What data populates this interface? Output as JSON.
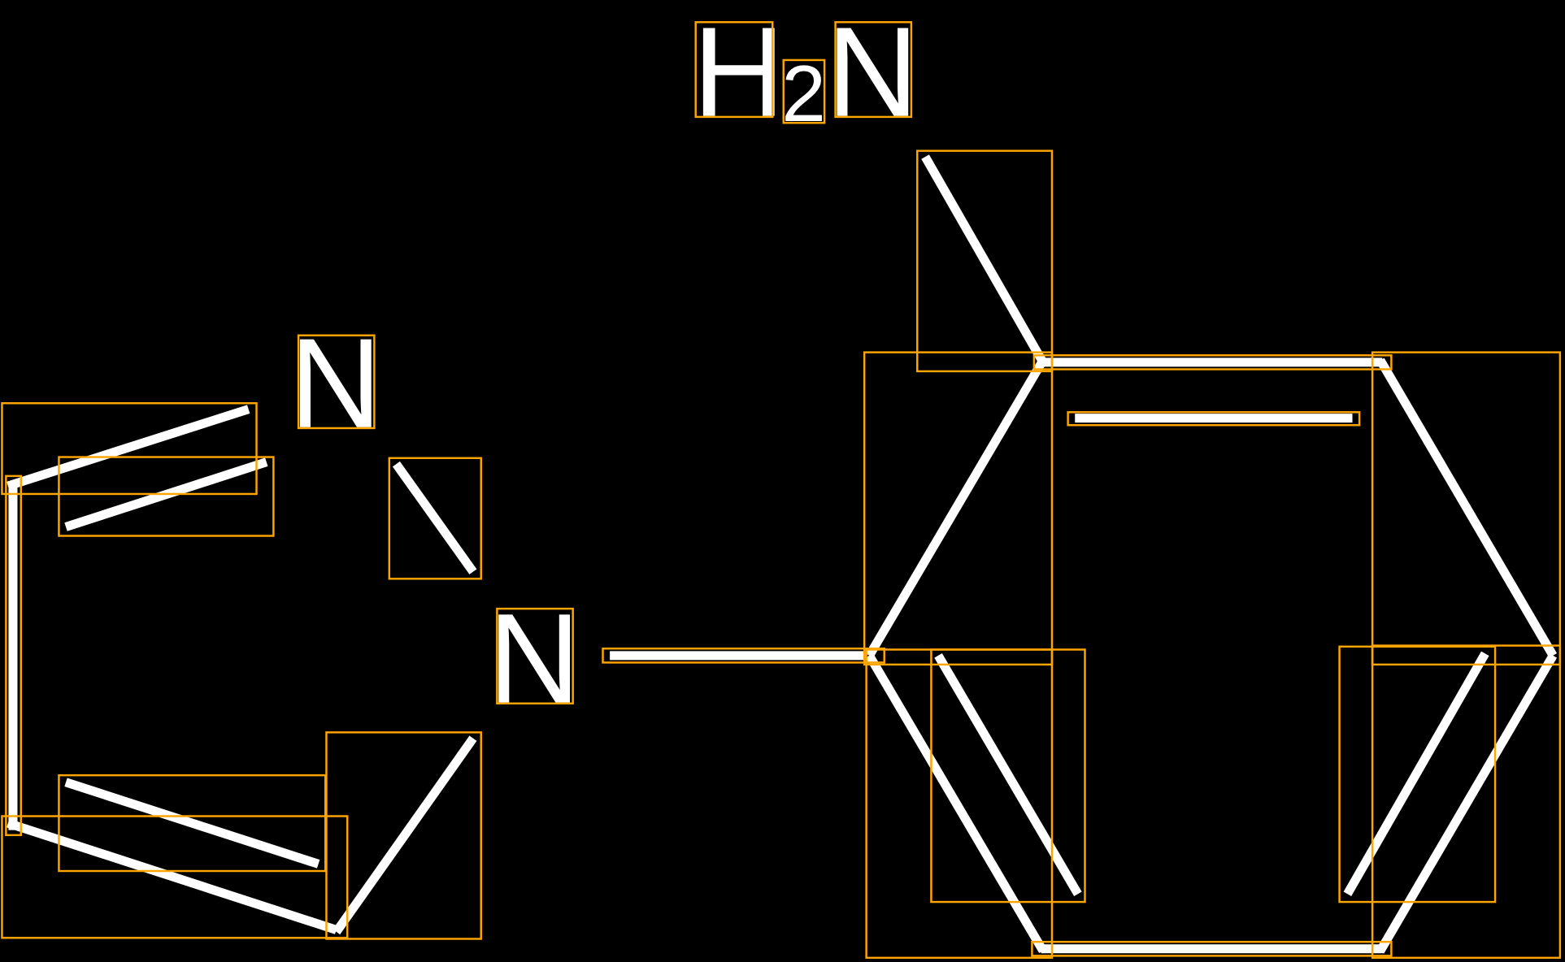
{
  "colors": {
    "background": "#000000",
    "bond": "#ffffff",
    "bbox": "#FFA500"
  },
  "atoms": {
    "amine_h": "H",
    "amine_sub": "2",
    "amine_n": "N",
    "ring_n1": "N",
    "ring_n2": "N"
  }
}
